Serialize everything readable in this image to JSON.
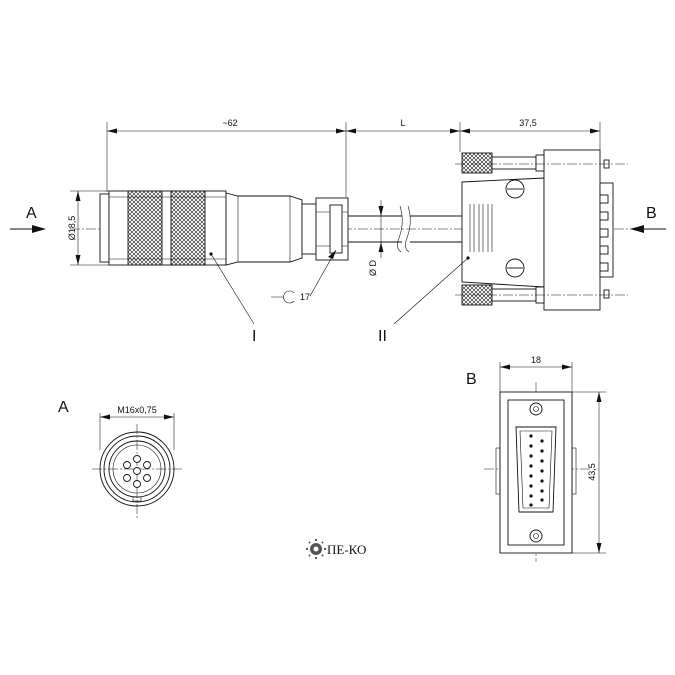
{
  "drawing": {
    "view_a_letter": "A",
    "view_b_letter": "B",
    "connector_i_label": "I",
    "connector_ii_label": "II",
    "dim_length_left": "~62",
    "dim_cable_length": "L",
    "dim_length_right": "37,5",
    "dim_diameter": "Ø18,5",
    "dim_cable_diameter": "Ø D",
    "dim_wrench": "17",
    "dim_thread": "M16x0,75",
    "dim_width_b": "18",
    "dim_height_b": "43,5",
    "logo_text": "ПЕ-КО"
  }
}
